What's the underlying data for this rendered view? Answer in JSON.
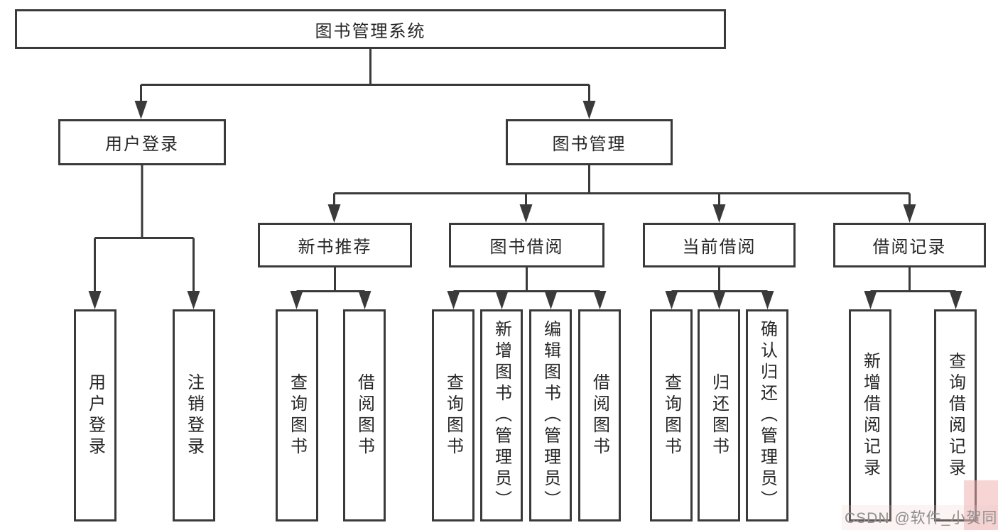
{
  "diagram": {
    "root": {
      "label": "图书管理系统"
    },
    "level2": [
      {
        "label": "用户登录"
      },
      {
        "label": "图书管理"
      }
    ],
    "level3": [
      {
        "label": "新书推荐"
      },
      {
        "label": "图书借阅"
      },
      {
        "label": "当前借阅"
      },
      {
        "label": "借阅记录"
      }
    ],
    "leaves": {
      "user_login": [
        {
          "label": "用户登录"
        },
        {
          "label": "注销登录"
        }
      ],
      "new_book": [
        {
          "label": "查询图书"
        },
        {
          "label": "借阅图书"
        }
      ],
      "book_borrow": [
        {
          "label": "查询图书"
        },
        {
          "label": "新增图书（管理员）"
        },
        {
          "label": "编辑图书（管理员）"
        },
        {
          "label": "借阅图书"
        }
      ],
      "current_borrow": [
        {
          "label": "查询图书"
        },
        {
          "label": "归还图书"
        },
        {
          "label": "确认归还（管理员）"
        }
      ],
      "borrow_record": [
        {
          "label": "新增借阅记录"
        },
        {
          "label": "查询借阅记录"
        }
      ]
    },
    "watermark": "CSDN @软件_小贺同学",
    "colors": {
      "line": "#3a3a3a",
      "box_border": "#3a3a3a",
      "box_fill": "#ffffff",
      "text": "#262626",
      "watermark_text": "#8e8e8e",
      "watermark_bg": "#f2c8c8"
    }
  }
}
